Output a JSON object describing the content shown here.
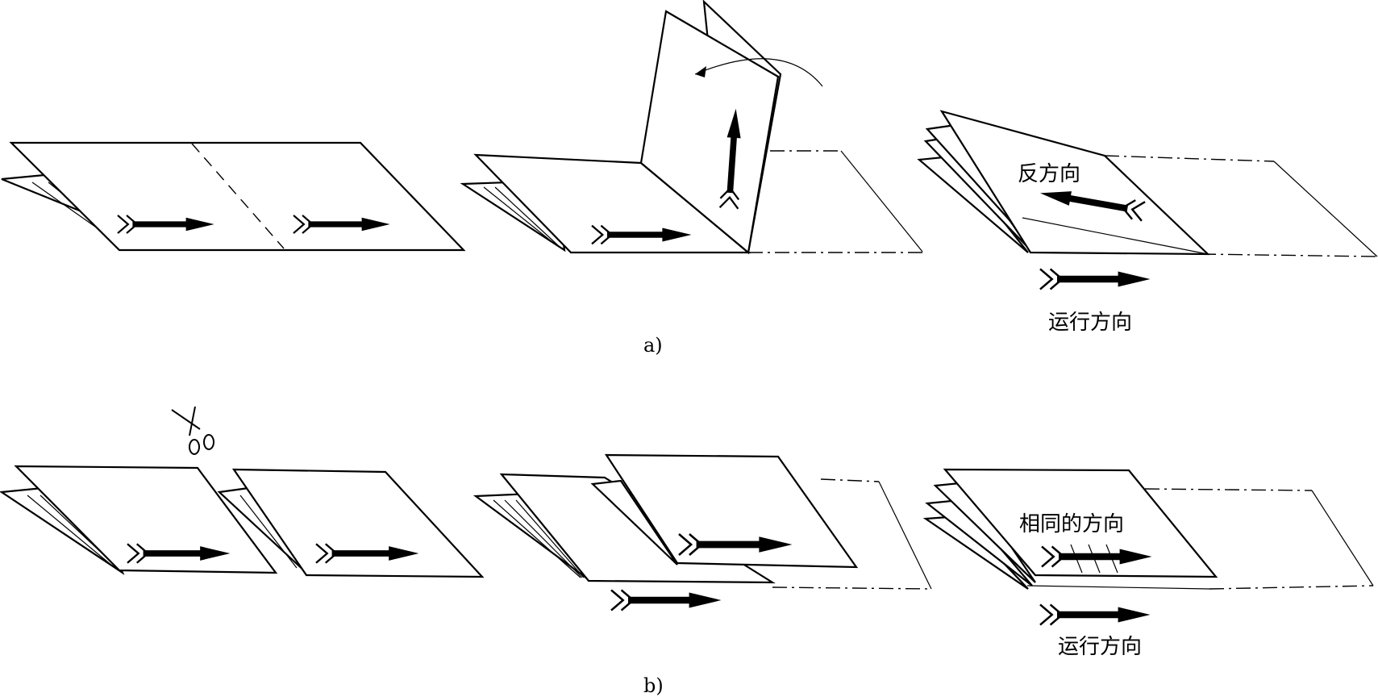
{
  "panel_a": {
    "caption": "a)",
    "label_reverse": "反方向",
    "label_run_direction": "运行方向"
  },
  "panel_b": {
    "caption": "b)",
    "label_same": "相同的方向",
    "label_run_direction": "运行方向"
  },
  "icons": [
    "scissors-icon",
    "direction-arrow-icon"
  ]
}
